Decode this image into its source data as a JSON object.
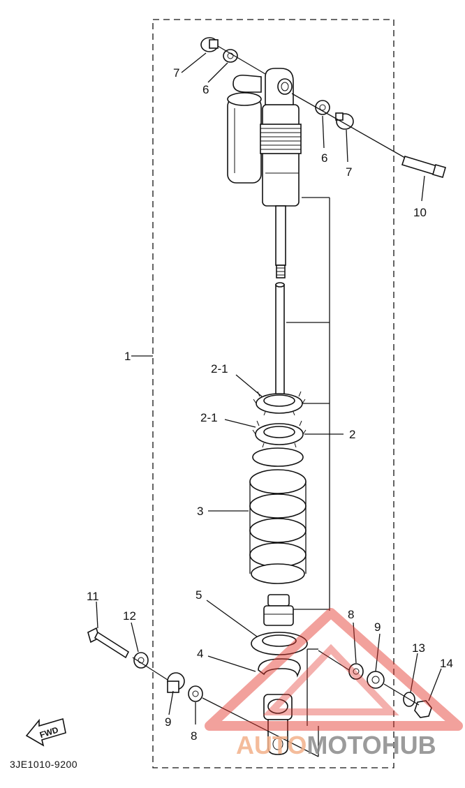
{
  "diagram": {
    "code": "3JE1010-9200",
    "fwd_label": "FWD",
    "labels": {
      "l1": "1",
      "l2": "2",
      "l2_1a": "2-1",
      "l2_1b": "2-1",
      "l3": "3",
      "l4": "4",
      "l5": "5",
      "l6a": "6",
      "l6b": "6",
      "l7a": "7",
      "l7b": "7",
      "l8a": "8",
      "l8b": "8",
      "l9a": "9",
      "l9b": "9",
      "l10": "10",
      "l11": "11",
      "l12": "12",
      "l13": "13",
      "l14": "14"
    }
  },
  "watermark": {
    "part1": "AUTO",
    "part2": "MOTO",
    "part3": "HUB",
    "colors": {
      "orange": "#f3b18a",
      "red": "#e2342b",
      "gray": "#8a8a8a"
    }
  }
}
